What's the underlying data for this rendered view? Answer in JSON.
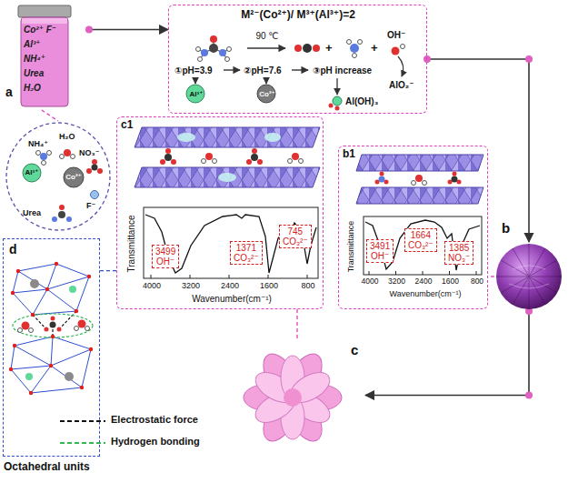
{
  "diagram": {
    "nodes": [
      {
        "text": [
          "a",
          "Co²⁺ F⁻",
          "Al³⁺",
          "NH⁴⁺",
          "Urea",
          "H₂O"
        ]
      },
      {
        "text": [
          "M²⁻(Co²⁺)/ M³⁺(Al³⁺)=2",
          "90 ℃",
          "+",
          "+",
          "OH⁻",
          "①pH=3.9",
          "Al³⁺",
          "②pH=7.6",
          "Co²⁺",
          "③pH increase",
          "AlO₂⁻",
          "Al(OH)₃"
        ]
      },
      {
        "text": [
          "NH₄⁺",
          "H₂O",
          "NO₃⁻",
          "Al³⁺",
          "Co²⁺",
          "F⁻",
          "Urea"
        ]
      },
      {
        "text": [
          "b"
        ]
      },
      {
        "text": [
          "c1",
          "Transmittance",
          "4000",
          "3200",
          "2400",
          "1600",
          "800",
          "Wavenumber(cm⁻¹)"
        ]
      },
      {
        "text": [
          "3499 OH⁻"
        ],
        "in": 4
      },
      {
        "text": [
          "1371 CO₃²⁻"
        ],
        "in": 4
      },
      {
        "text": [
          "745 CO₃²⁻"
        ],
        "in": 4
      },
      {
        "text": [
          "b1",
          "Transmittance",
          "4000",
          "3200",
          "2400",
          "1600",
          "800",
          "Wavenumber(cm⁻¹)"
        ]
      },
      {
        "text": [
          "3491 OH⁻"
        ],
        "in": 8
      },
      {
        "text": [
          "1664 CO₃²⁻"
        ],
        "in": 8
      },
      {
        "text": [
          "1385 NO₃⁻"
        ],
        "in": 8
      },
      {
        "text": [
          "d",
          "Octahedral units"
        ]
      },
      {
        "text": [
          "c"
        ]
      }
    ],
    "edges": [
      {
        "from": 0,
        "to": 1,
        "arrow": "to"
      },
      {
        "from": 1,
        "to": 3,
        "arrow": "to"
      },
      {
        "from": 3,
        "to": 13,
        "arrow": "to"
      },
      {
        "from": 0,
        "to": 2,
        "arrow": "none"
      },
      {
        "from": 3,
        "to": 8,
        "arrow": "none"
      },
      {
        "from": 13,
        "to": 4,
        "arrow": "none"
      },
      {
        "from": 4,
        "to": 12,
        "arrow": "none"
      }
    ],
    "legend": [
      {
        "text": "Electrostatic force"
      },
      {
        "text": "Hydrogen bonding"
      }
    ]
  }
}
